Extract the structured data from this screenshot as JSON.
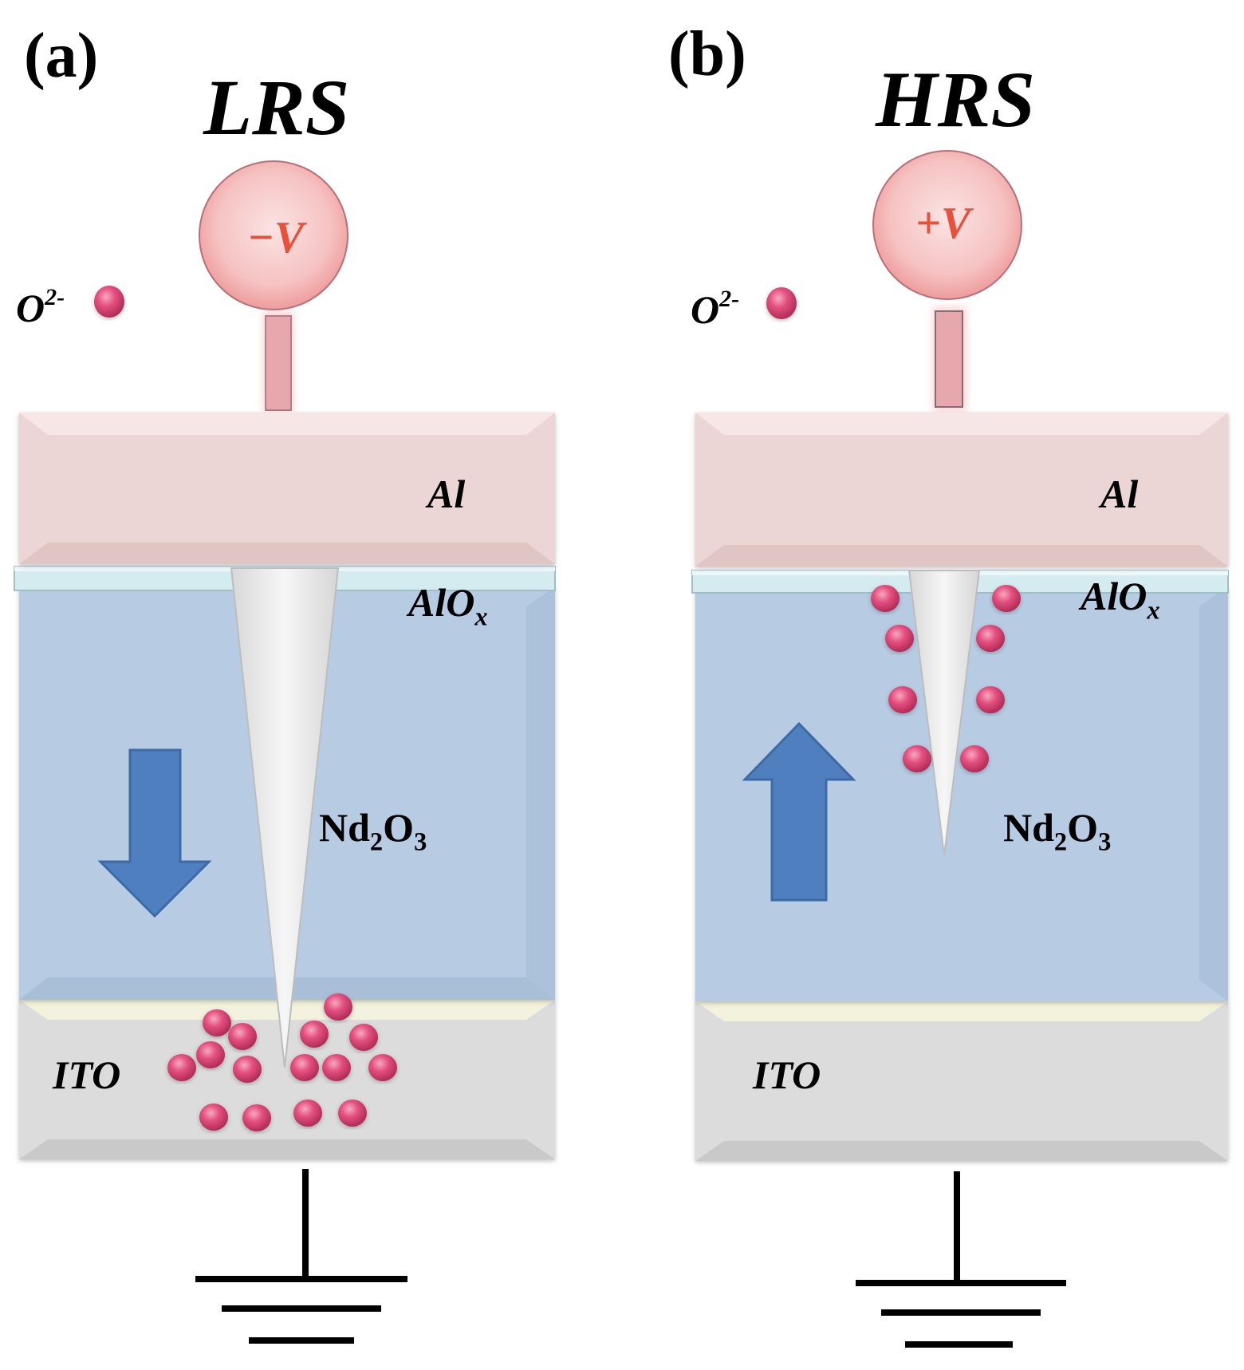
{
  "panels": [
    {
      "id": "a",
      "label": "(a)",
      "state": "LRS",
      "voltage": "−V",
      "ion": {
        "symbol": "O",
        "charge": "2-"
      },
      "layers": {
        "top": "Al",
        "interface": {
          "base": "AlO",
          "sub": "x"
        },
        "middle": {
          "part1": "Nd",
          "sub1": "2",
          "part2": "O",
          "sub2": "3"
        },
        "bottom": "ITO"
      },
      "arrow_direction": "down"
    },
    {
      "id": "b",
      "label": "(b)",
      "state": "HRS",
      "voltage": "+V",
      "ion": {
        "symbol": "O",
        "charge": "2-"
      },
      "layers": {
        "top": "Al",
        "interface": {
          "base": "AlO",
          "sub": "x"
        },
        "middle": {
          "part1": "Nd",
          "sub1": "2",
          "part2": "O",
          "sub2": "3"
        },
        "bottom": "ITO"
      },
      "arrow_direction": "up"
    }
  ],
  "colors": {
    "al_layer": "#ecd6d5",
    "alox_layer": "#d4ecf0",
    "nd2o3_layer": "#b7cce3",
    "ito_layer": "#dcdcdc",
    "filament": "#ececec",
    "ion": "#d9436e",
    "arrow": "#4f7fbf",
    "voltage_text": "#e8503a"
  }
}
